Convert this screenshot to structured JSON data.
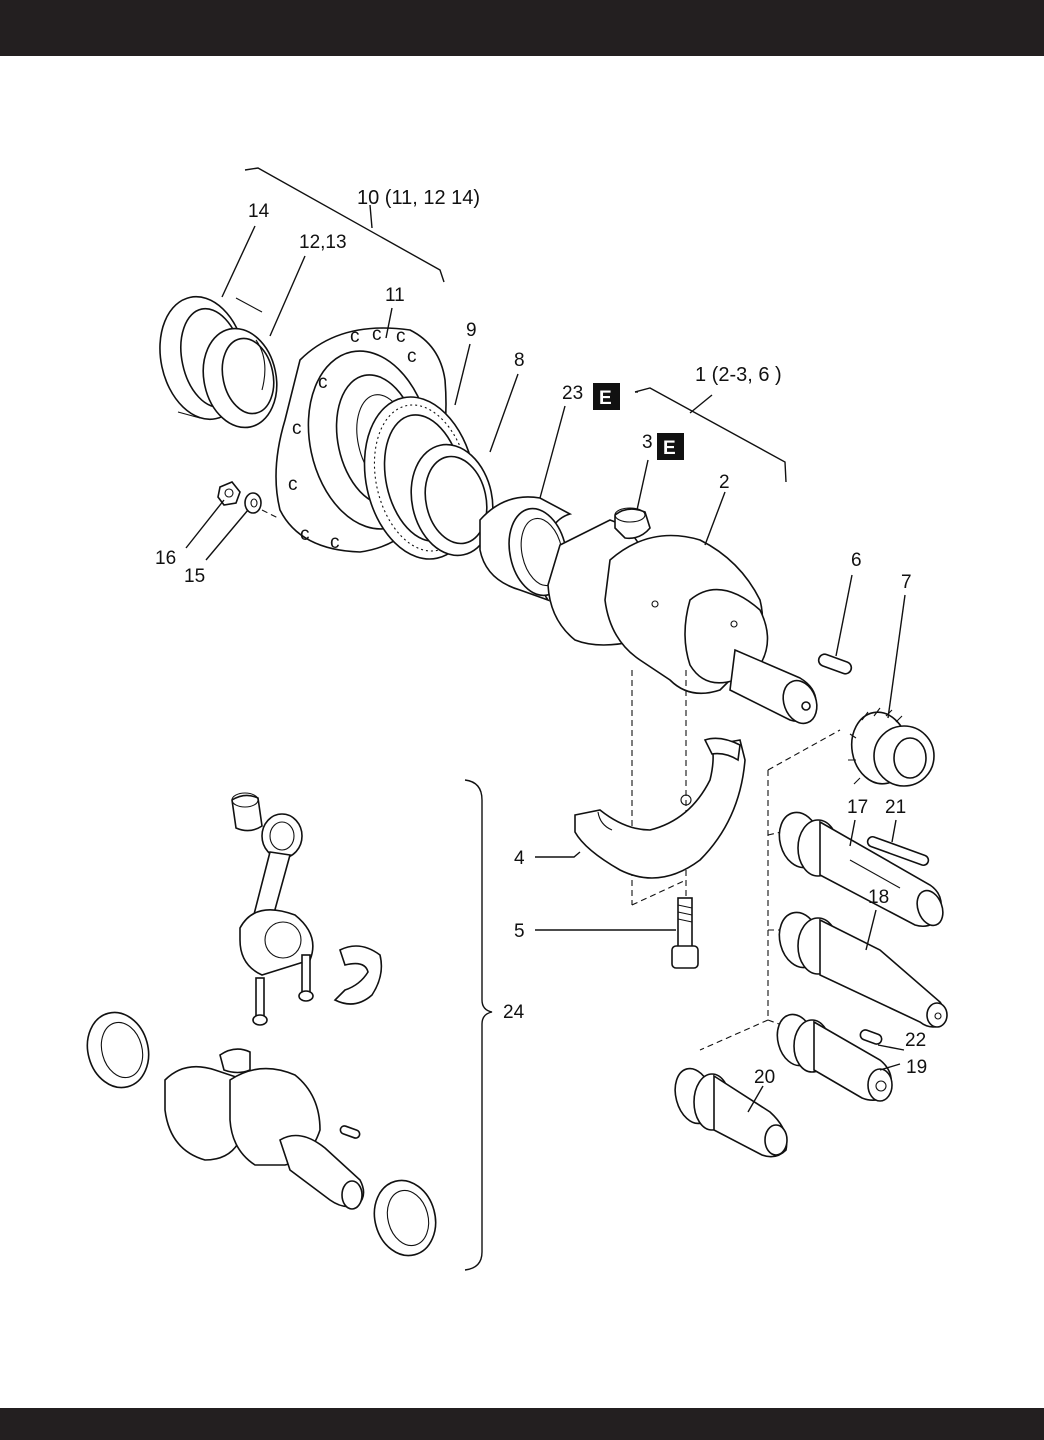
{
  "callouts": {
    "c10": "10 (11, 12 14)",
    "c14": "14",
    "c12_13": "12,13",
    "c11": "11",
    "c9": "9",
    "c8": "8",
    "c23": "23",
    "c1": "1 (2-3, 6 )",
    "c3": "3",
    "c2": "2",
    "c6": "6",
    "c7": "7",
    "c16": "16",
    "c15": "15",
    "c17": "17",
    "c21": "21",
    "c18": "18",
    "c22": "22",
    "c19": "19",
    "c20": "20",
    "c4": "4",
    "c5": "5",
    "c24": "24"
  },
  "badges": {
    "b23": "E",
    "b3": "E"
  },
  "colors": {
    "bar": "#231f20",
    "ink": "#111111",
    "background": "#ffffff"
  }
}
